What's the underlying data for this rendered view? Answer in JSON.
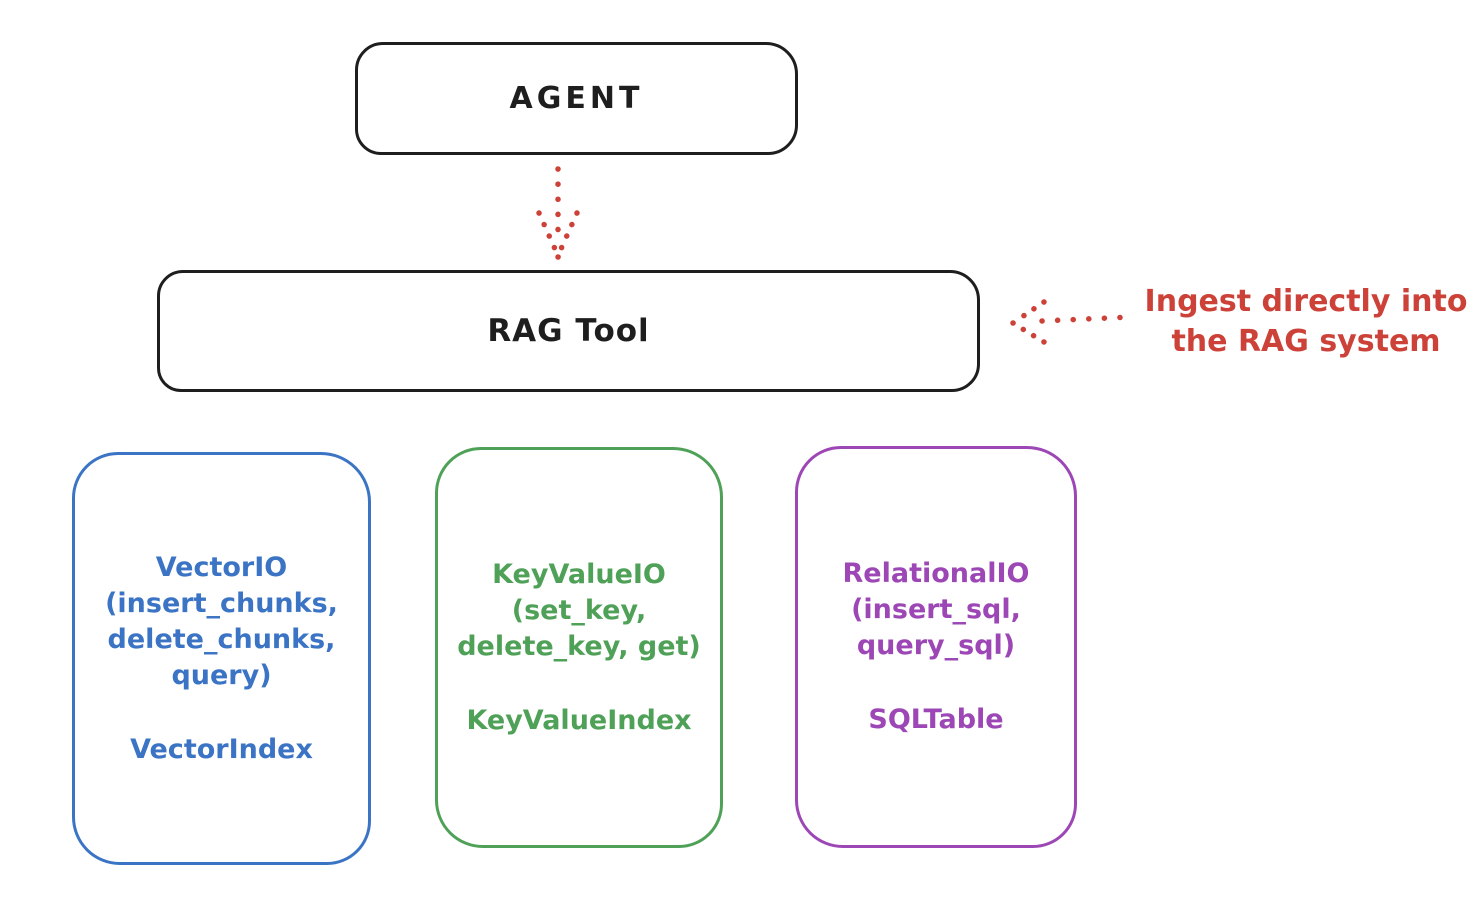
{
  "diagram": {
    "agent": {
      "label": "AGENT"
    },
    "rag_tool": {
      "label": "RAG Tool"
    },
    "annotation": {
      "line1": "Ingest directly into",
      "line2": "the RAG system",
      "color": "#cd4238"
    },
    "backends": [
      {
        "id": "vector-io",
        "lines": [
          "VectorIO",
          "(insert_chunks,",
          "delete_chunks,",
          "query)"
        ],
        "index": "VectorIndex",
        "color": "#3b74c4"
      },
      {
        "id": "keyvalue-io",
        "lines": [
          "KeyValueIO",
          "(set_key,",
          "delete_key, get)"
        ],
        "index": "KeyValueIndex",
        "color": "#4fa158"
      },
      {
        "id": "relational-io",
        "lines": [
          "RelationalIO",
          "(insert_sql,",
          "query_sql)"
        ],
        "index": "SQLTable",
        "color": "#9c47b5"
      }
    ],
    "colors": {
      "stroke": "#1e1e1e",
      "arrow_red": "#cd4238",
      "background": "#ffffff"
    }
  }
}
